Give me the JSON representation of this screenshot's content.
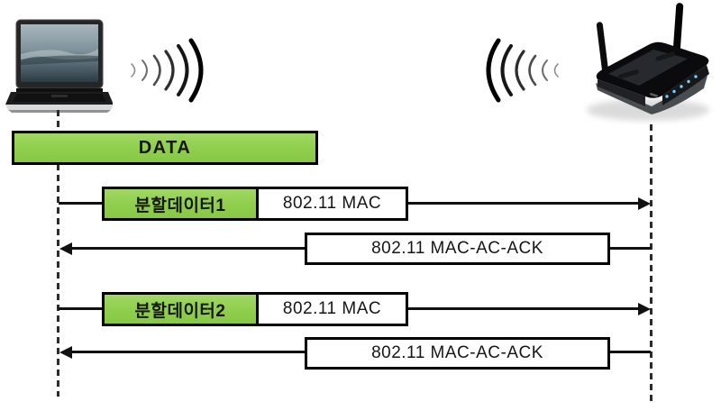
{
  "palette": {
    "fragment_green": "#92d050",
    "box_outline": "#000000",
    "line_color": "#111111",
    "led_blue": "#6fd2ff"
  },
  "endpoints": {
    "sender_icon": "laptop-icon",
    "receiver_icon": "wireless-router-icon",
    "sender_signal_icon": "wifi-waves-icon",
    "receiver_signal_icon": "wifi-waves-icon"
  },
  "data_box": {
    "label": "DATA"
  },
  "messages": [
    {
      "direction": "right",
      "fragment": "분할데이터1",
      "header": "802.11 MAC"
    },
    {
      "direction": "left",
      "label": "802.11 MAC-AC-ACK"
    },
    {
      "direction": "right",
      "fragment": "분할데이터2",
      "header": "802.11 MAC"
    },
    {
      "direction": "left",
      "label": "802.11 MAC-AC-ACK"
    }
  ]
}
